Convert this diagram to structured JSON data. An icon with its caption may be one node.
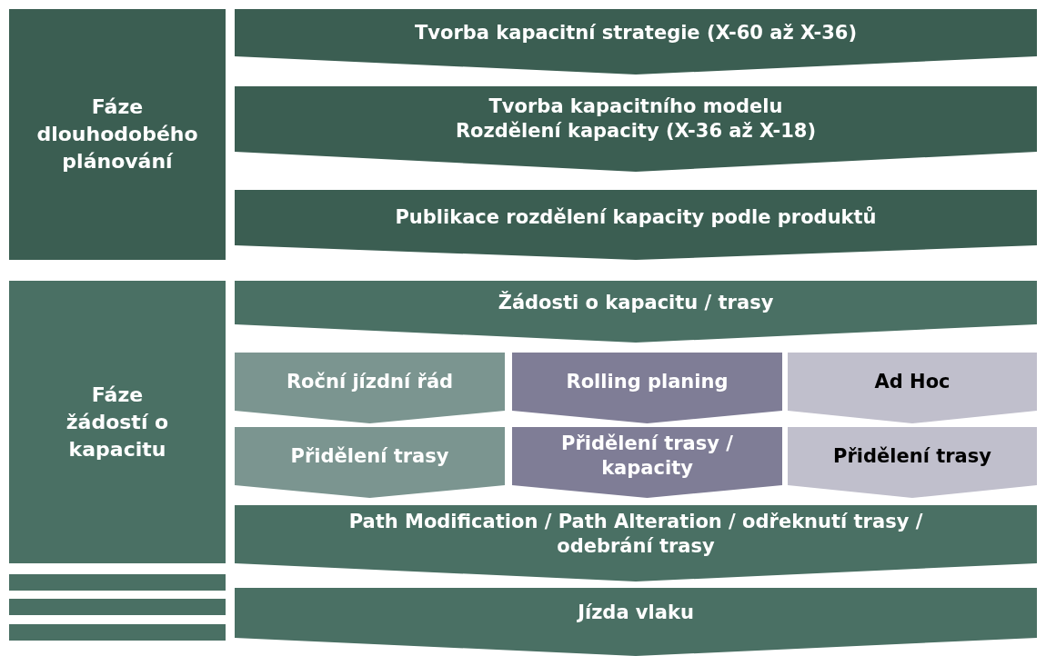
{
  "diagram": {
    "nodes": [
      {
        "text": [
          "Fáze dlouhodobého plánování"
        ]
      },
      {
        "text": [
          "Tvorba kapacitní strategie (X-60 až X-36)"
        ]
      },
      {
        "text": [
          "Tvorba kapacitního modelu",
          "Rozdělení kapacity (X-36 až X-18)"
        ]
      },
      {
        "text": [
          "Publikace rozdělení kapacity podle produktů"
        ]
      },
      {
        "text": [
          "Fáze žádostí o kapacitu"
        ]
      },
      {
        "text": [
          "Žádosti o kapacitu / trasy"
        ]
      },
      {
        "text": [
          "Roční jízdní řád"
        ]
      },
      {
        "text": [
          "Rolling planing"
        ]
      },
      {
        "text": [
          "Ad Hoc"
        ]
      },
      {
        "text": [
          "Přidělení trasy"
        ]
      },
      {
        "text": [
          "Přidělení trasy / kapacity"
        ]
      },
      {
        "text": [
          "Přidělení trasy"
        ]
      },
      {
        "text": [
          "Path Modification / Path Alteration / odřeknutí trasy / odebrání trasy"
        ]
      },
      {
        "text": [],
        "shape": "bar"
      },
      {
        "text": [],
        "shape": "bar"
      },
      {
        "text": [],
        "shape": "bar"
      },
      {
        "text": [
          "Jízda vlaku"
        ]
      }
    ]
  }
}
